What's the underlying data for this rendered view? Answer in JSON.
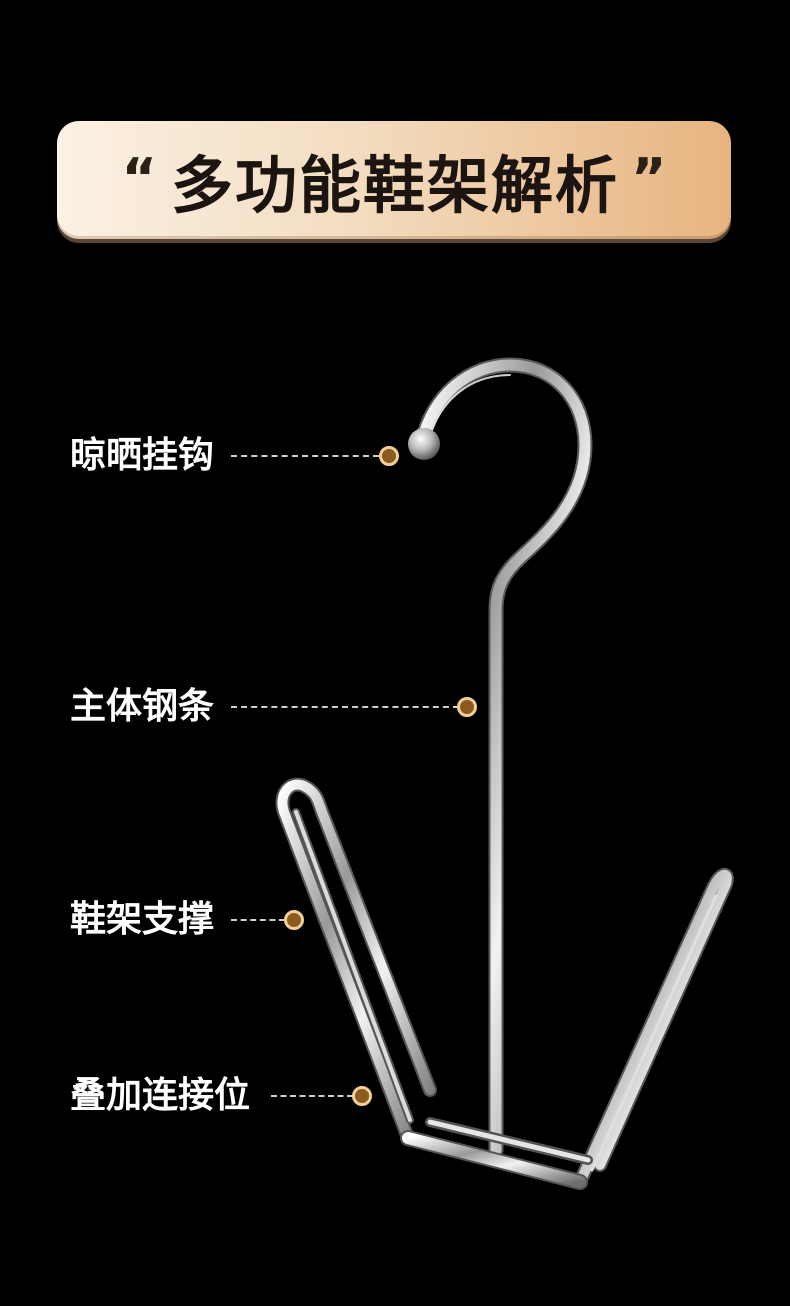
{
  "banner": {
    "open_quote": "“",
    "title": "多功能鞋架解析",
    "close_quote": "”"
  },
  "callouts": [
    {
      "id": "hook",
      "label": "晾晒挂钩"
    },
    {
      "id": "body",
      "label": "主体钢条"
    },
    {
      "id": "support",
      "label": "鞋架支撑"
    },
    {
      "id": "stack",
      "label": "叠加连接位"
    }
  ],
  "colors": {
    "background": "#000000",
    "banner_gradient_start": "#fbf1e4",
    "banner_gradient_end": "#e7b47f",
    "dot_fill": "#8a5a22",
    "dot_ring": "#f1cf97"
  }
}
